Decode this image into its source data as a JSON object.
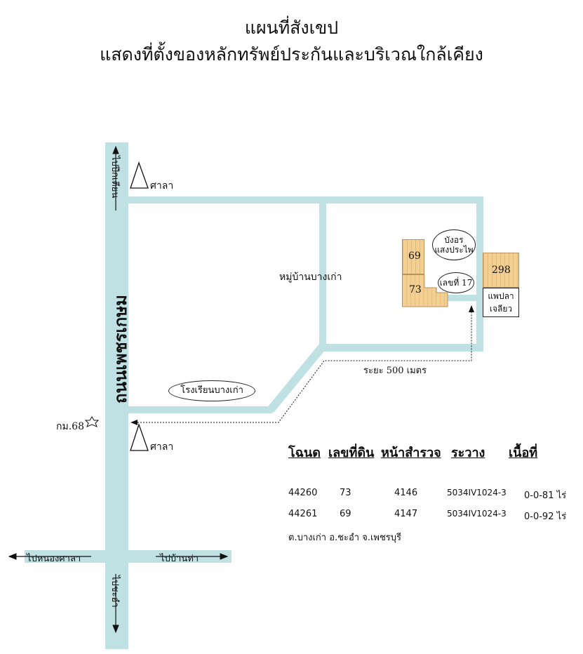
{
  "title": {
    "line1": "แผนที่สังเขป",
    "line2": "แสดงที่ตั้งของหลักทรัพย์ประกันและบริเวณใกล้เคียง"
  },
  "roads": {
    "main_road": "ถนนเพชรเกษม",
    "to_north": "ไปปึกเตียน",
    "to_south": "ไปชะอำ",
    "to_west": "ไปหนองศาลา",
    "to_east": "ไปบ้านท่า"
  },
  "landmarks": {
    "sala_north": "ศาลา",
    "sala_south": "ศาลา",
    "km_marker": "กม.68",
    "village": "หมู่บ้านบางเก่า",
    "school": "โรงเรียนบางเก่า",
    "house_line1": "บังอร",
    "house_line2": "แสงประไพ",
    "house_no": "เลขที่ 17",
    "distance": "ระยะ 500 เมตร",
    "neighbor_line1": "แพปลา",
    "neighbor_line2": "เจลียว"
  },
  "lots": {
    "lot69": "69",
    "lot73": "73",
    "lot298": "298"
  },
  "table": {
    "headers": [
      "โฉนด",
      "เลขที่ดิน",
      "หน้าสำรวจ",
      "ระวาง",
      "เนื้อที่"
    ],
    "rows": [
      [
        "44260",
        "73",
        "4146",
        "5034IV1024-3",
        "0-0-81 ไร่"
      ],
      [
        "44261",
        "69",
        "4147",
        "5034IV1024-3",
        "0-0-92 ไร่"
      ]
    ],
    "location": "ต.บางเก่า อ.ชะอำ จ.เพชรบุรี"
  },
  "colors": {
    "road": "#bfe1e3",
    "lot": "#f3cf92"
  },
  "icons": {
    "sala": "triangle-icon",
    "km": "star-icon"
  }
}
